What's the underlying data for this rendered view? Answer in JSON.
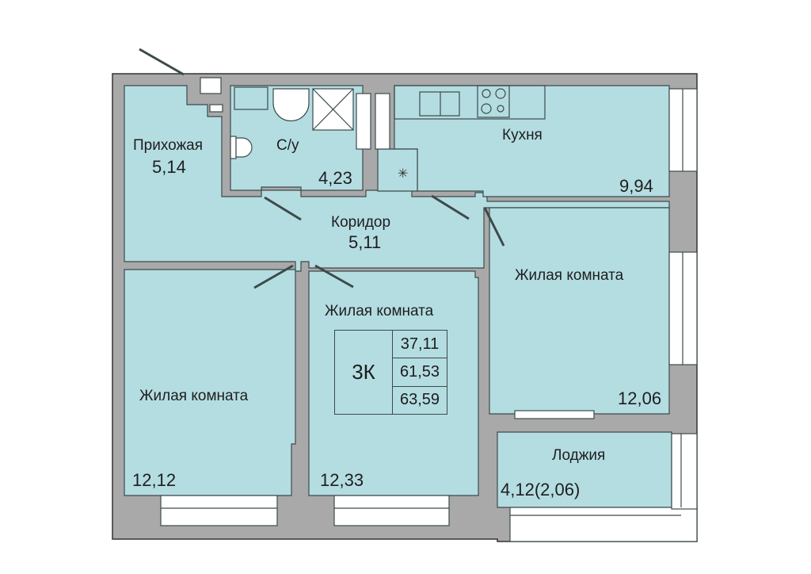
{
  "plan": {
    "apartment_type": "3К",
    "areas": {
      "living": "37,11",
      "total": "61,53",
      "total_with_loggia": "63,59"
    },
    "rooms": [
      {
        "id": "hall",
        "name": "Прихожая",
        "area": "5,14"
      },
      {
        "id": "bathroom",
        "name": "С/у",
        "area": "4,23"
      },
      {
        "id": "kitchen",
        "name": "Кухня",
        "area": "9,94"
      },
      {
        "id": "corridor",
        "name": "Коридор",
        "area": "5,11"
      },
      {
        "id": "living_right",
        "name": "Жилая комната",
        "area": "12,06"
      },
      {
        "id": "living_center",
        "name": "Жилая комната",
        "area": "12,33"
      },
      {
        "id": "living_left",
        "name": "Жилая комната",
        "area": "12,12"
      },
      {
        "id": "loggia",
        "name": "Лоджия",
        "area": "4,12(2,06)"
      }
    ],
    "colors": {
      "room_fill": "#b4dde2",
      "wall": "#a9a9a9",
      "outline": "#3d4a4a",
      "window": "#ffffff"
    }
  }
}
